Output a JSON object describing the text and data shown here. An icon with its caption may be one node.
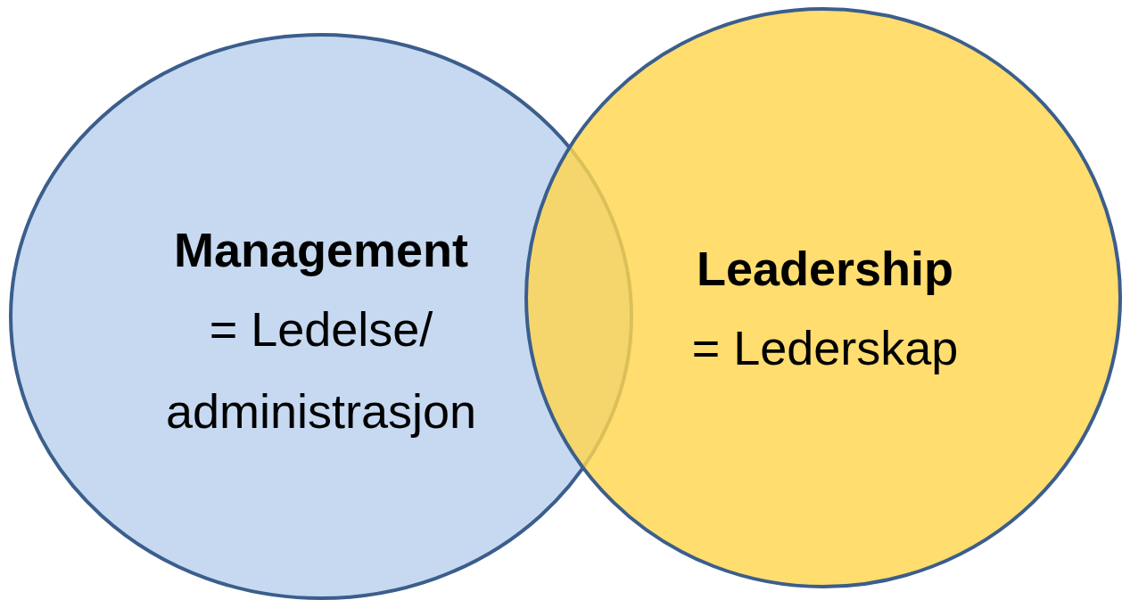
{
  "diagram": {
    "nodes": [
      {
        "text": [
          "Management",
          "= Ledelse/ administrasjon"
        ]
      },
      {
        "text": [
          "Leadership",
          "= Lederskap"
        ]
      }
    ]
  }
}
